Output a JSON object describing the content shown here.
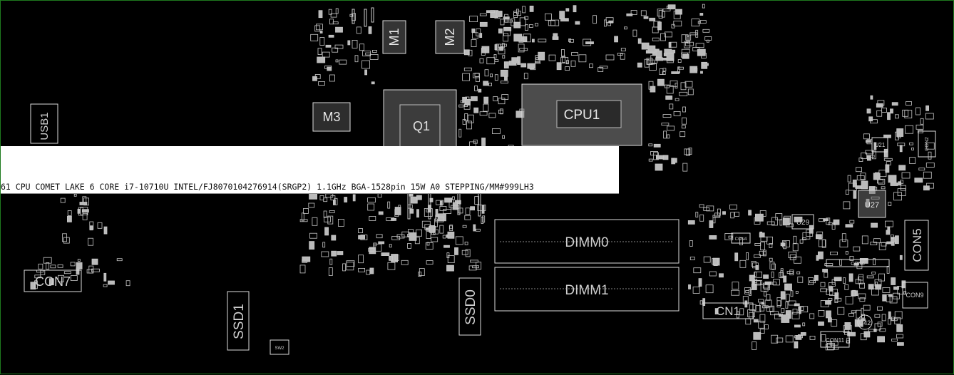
{
  "window": {
    "title": ""
  },
  "board": {
    "labels": {
      "usb1": "USB1",
      "m1": "M1",
      "m2": "M2",
      "m3": "M3",
      "q1": "Q1",
      "cpu1": "CPU1",
      "dimm0": "DIMM0",
      "dimm1": "DIMM1",
      "ssd0": "SSD0",
      "ssd1": "SSD1",
      "con7": "CON7",
      "con1": "CN1",
      "con5": "CON5",
      "con9": "CON9",
      "con11": "CON11",
      "u27": "U27",
      "u29": "U29",
      "u42": "U42",
      "u21": "U21",
      "con2": "CON2",
      "sw2": "SW2",
      "con6": "CON6",
      "con4": "CON4"
    }
  },
  "tooltip": {
    "text": "61 CPU COMET LAKE 6 CORE i7-10710U INTEL/FJ8070104276914(SRGP2) 1.1GHz BGA-1528pin 15W A0 STEPPING/MM#999LH3"
  },
  "colors": {
    "background": "#000000",
    "outline": "#d8d8d8",
    "border": "#1e7a1e"
  }
}
